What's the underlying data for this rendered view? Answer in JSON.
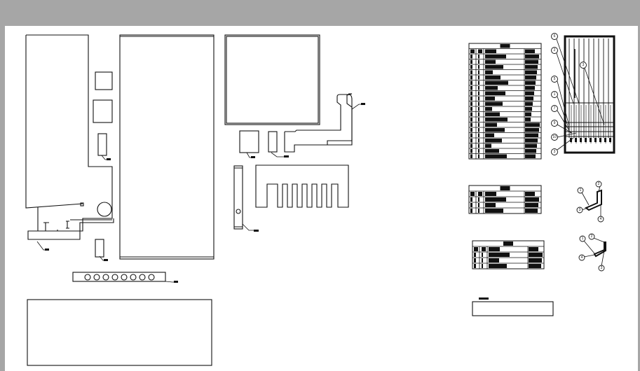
{
  "drawing": {
    "colors": {
      "background": "#a6a6a6",
      "sheet": "#ffffff",
      "line": "#111111"
    },
    "assembly_balloons": [
      "6",
      "2",
      "3",
      "5",
      "1",
      "7",
      "9",
      "10",
      "3"
    ],
    "detail_a_balloons": [
      "2",
      "1",
      "3",
      "4"
    ],
    "detail_b_balloons": [
      "2",
      "1",
      "4",
      "3"
    ]
  }
}
